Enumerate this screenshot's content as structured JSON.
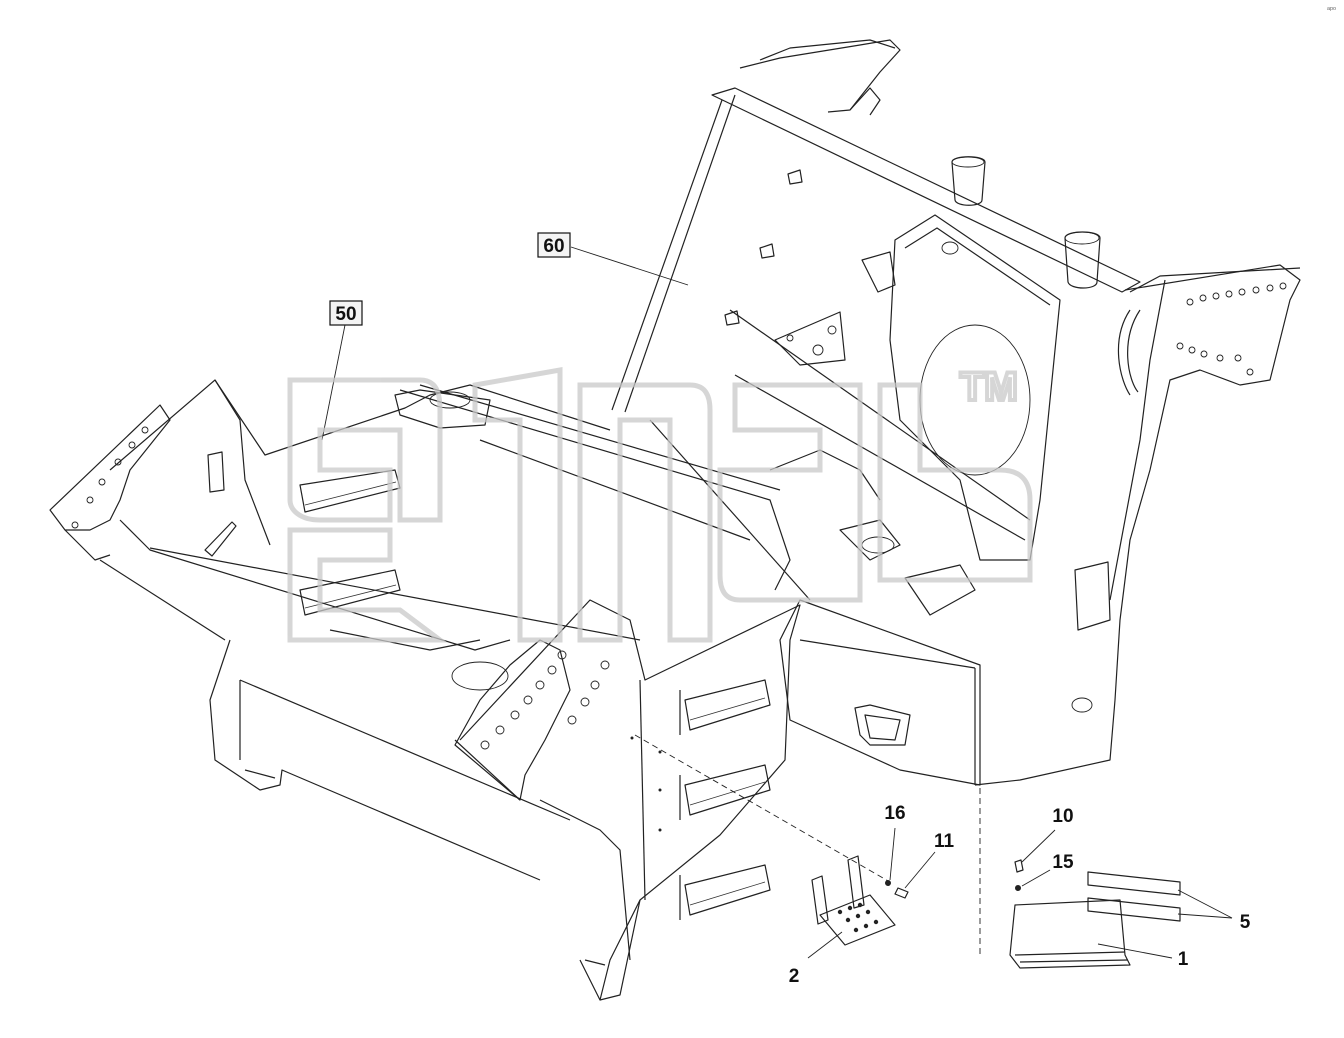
{
  "watermark": {
    "text": "ana",
    "mark": "TM"
  },
  "callouts": {
    "p50": "50",
    "p60": "60",
    "p16": "16",
    "p11": "11",
    "p10": "10",
    "p15": "15",
    "p5": "5",
    "p2": "2",
    "p1": "1"
  },
  "corner_mark": "ᵃᵖᵒ"
}
